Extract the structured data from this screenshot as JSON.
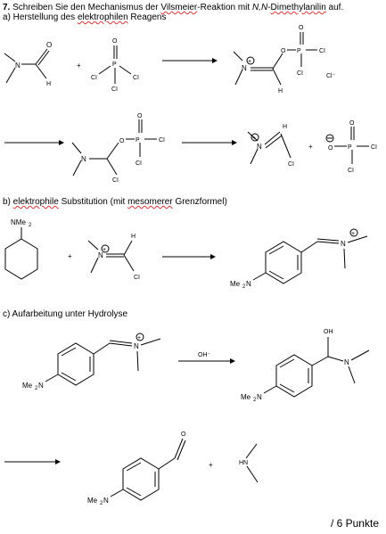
{
  "task": {
    "number": "7.",
    "instruction_a": " Schreiben Sie den Mechanismus der ",
    "keyword_vilsmeier": "Vilsmeier",
    "instruction_b": "-Reaktion mit ",
    "reagent_italic": "N,N",
    "instruction_c": "-",
    "reagent_name": "Dimethylanilin",
    "instruction_end": " auf."
  },
  "sections": {
    "a": {
      "prefix": "a) Herstellung des ",
      "term": "elektrophilen",
      "suffix": " Reagens"
    },
    "b": {
      "prefix": "b) ",
      "term": "elektrophile",
      "mid": " Substitution (mit ",
      "term2": "mesomerer",
      "suffix": " Grenzformel)"
    },
    "c": {
      "label": "c) Aufarbeitung unter Hydrolyse"
    }
  },
  "atoms": {
    "N": "N",
    "O": "O",
    "H": "H",
    "Cl": "Cl",
    "Cl_upper": "CI",
    "P": "P",
    "plus": "+",
    "Cl_minus": "Cl⁻",
    "NMe2": "NMe",
    "NMe2_sub": "2",
    "Me2N": "Me",
    "Me2N_sub": "2",
    "Me2N_tail": "N",
    "OH": "OH",
    "OH_minus": "OH⁻",
    "HN": "HN"
  },
  "score": {
    "label": "/ 6 Punkte"
  }
}
